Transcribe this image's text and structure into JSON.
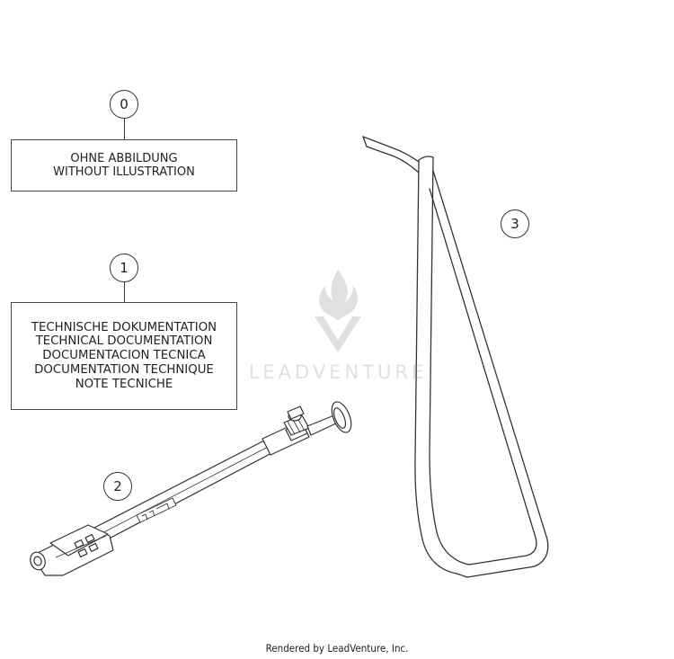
{
  "callouts": [
    {
      "number": "0"
    },
    {
      "number": "1"
    },
    {
      "number": "2"
    },
    {
      "number": "3"
    }
  ],
  "labels": {
    "box_0": [
      "OHNE ABBILDUNG",
      "WITHOUT ILLUSTRATION"
    ],
    "box_1": [
      "TECHNISCHE DOKUMENTATION",
      "TECHNICAL DOCUMENTATION",
      "DOCUMENTACION TECNICA",
      "DOCUMENTATION TECHNIQUE",
      "NOTE TECNICHE"
    ]
  },
  "watermark": {
    "text": "LEADVENTURE",
    "logo_icon": "flame-logo-icon"
  },
  "footer": {
    "credit": "Rendered by LeadVenture, Inc."
  },
  "colors": {
    "line": "#333333",
    "background": "#ffffff",
    "watermark": "#777777"
  }
}
